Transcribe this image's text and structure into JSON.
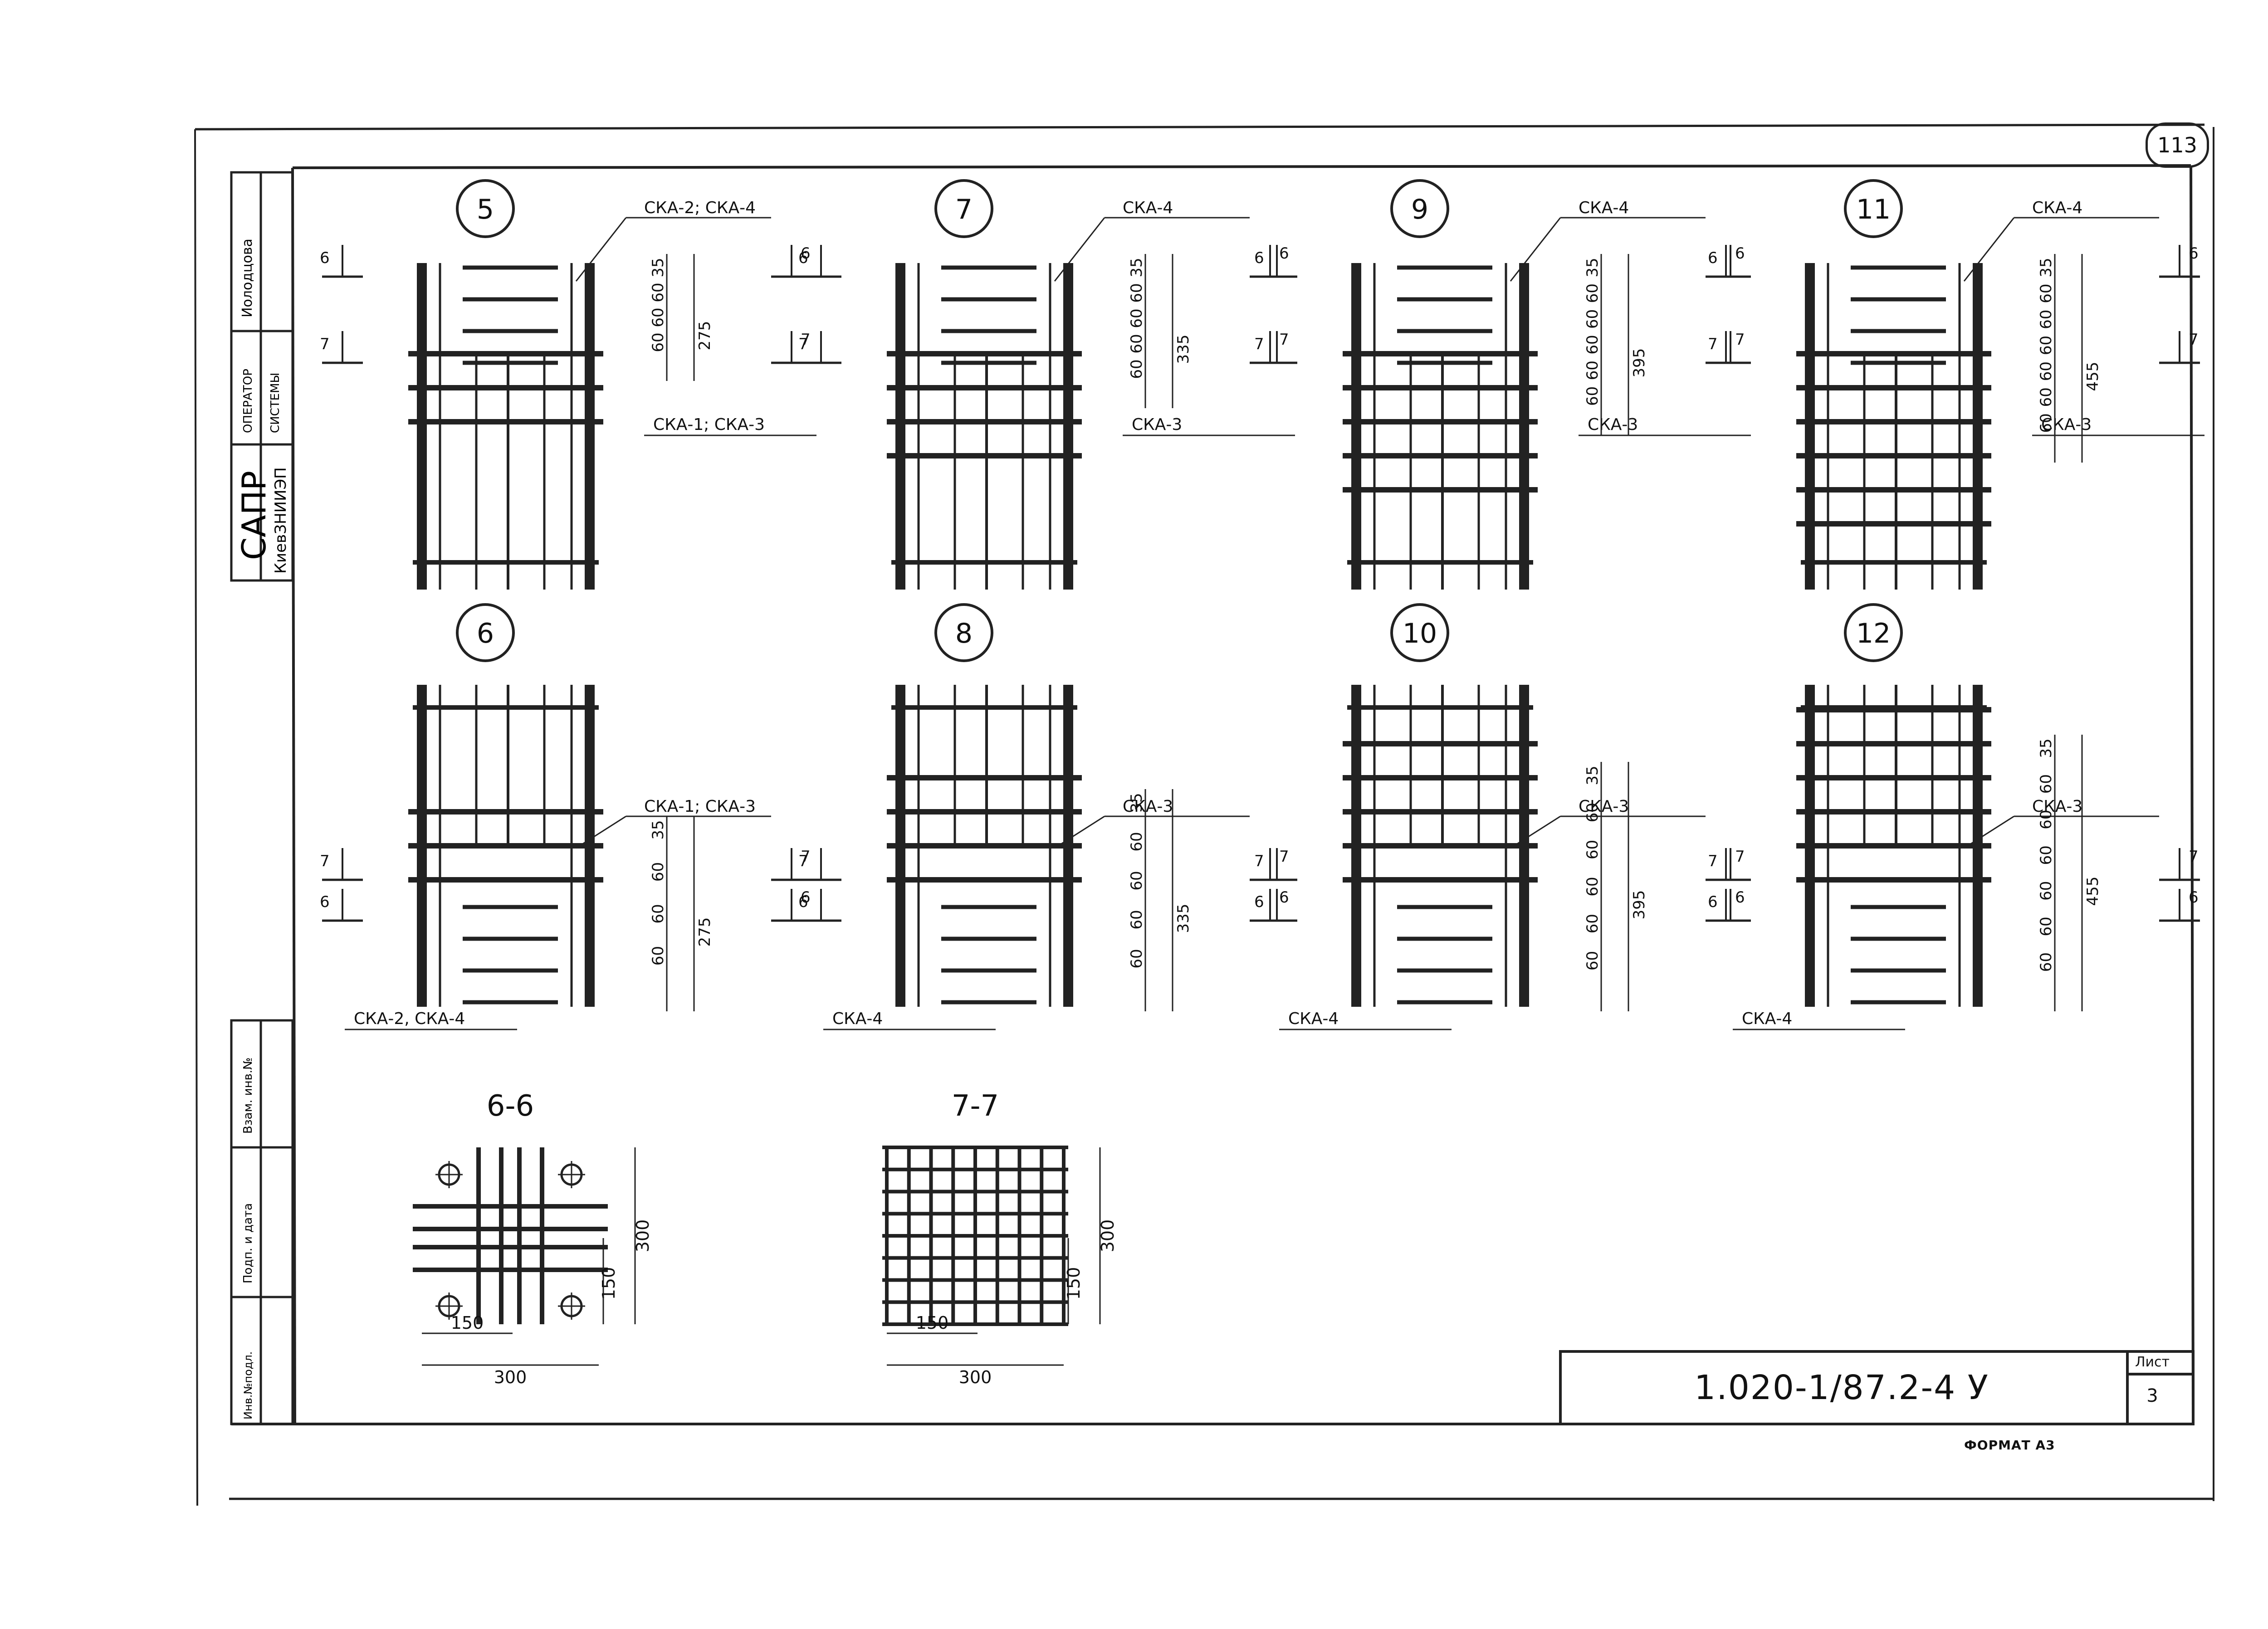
{
  "page": {
    "number": "113"
  },
  "sidebar": {
    "initials": "Иолодцова",
    "operator_line1": "ОПЕРАТОР",
    "operator_line2": "СИСТЕМЫ",
    "sapr": "САПР",
    "org": "КиевЗНИИЭП",
    "vzam": "Взам. инв.№",
    "podp": "Подп. и дата",
    "inv": "Инв.№подл."
  },
  "nodes": [
    {
      "num": "5",
      "labels": [
        "СКА-2; СКА-4",
        "СКА-1; СКА-3"
      ],
      "dims": [
        "35",
        "60",
        "60",
        "60",
        "275"
      ]
    },
    {
      "num": "7",
      "labels": [
        "СКА-4",
        "СКА-3"
      ],
      "dims": [
        "35",
        "60",
        "60",
        "60",
        "60",
        "335"
      ]
    },
    {
      "num": "9",
      "labels": [
        "СКА-4",
        "СКА-3"
      ],
      "dims": [
        "35",
        "60",
        "60",
        "60",
        "60",
        "60",
        "395"
      ]
    },
    {
      "num": "11",
      "labels": [
        "СКА-4",
        "СКА-3"
      ],
      "dims": [
        "35",
        "60",
        "60",
        "60",
        "60",
        "60",
        "60",
        "455"
      ]
    },
    {
      "num": "6",
      "labels": [
        "СКА-1; СКА-3",
        "СКА-2, СКА-4"
      ],
      "dims": [
        "35",
        "60",
        "60",
        "60",
        "275"
      ]
    },
    {
      "num": "8",
      "labels": [
        "СКА-3",
        "СКА-4"
      ],
      "dims": [
        "35",
        "60",
        "60",
        "60",
        "60",
        "335"
      ]
    },
    {
      "num": "10",
      "labels": [
        "СКА-3",
        "СКА-4"
      ],
      "dims": [
        "35",
        "60",
        "60",
        "60",
        "60",
        "60",
        "395"
      ]
    },
    {
      "num": "12",
      "labels": [
        "СКА-3",
        "СКА-4"
      ],
      "dims": [
        "35",
        "60",
        "60",
        "60",
        "60",
        "60",
        "60",
        "455"
      ]
    }
  ],
  "cut_marks": {
    "six": "6",
    "seven": "7"
  },
  "sections": [
    {
      "title": "6-6",
      "dim_half": "150",
      "dim_full": "300"
    },
    {
      "title": "7-7",
      "dim_half": "150",
      "dim_full": "300"
    }
  ],
  "title_block": {
    "code": "1.020-1/87.2-4 У",
    "sheet_label": "Лист",
    "sheet_number": "3"
  },
  "format_label": "ФОРМАТ А3"
}
